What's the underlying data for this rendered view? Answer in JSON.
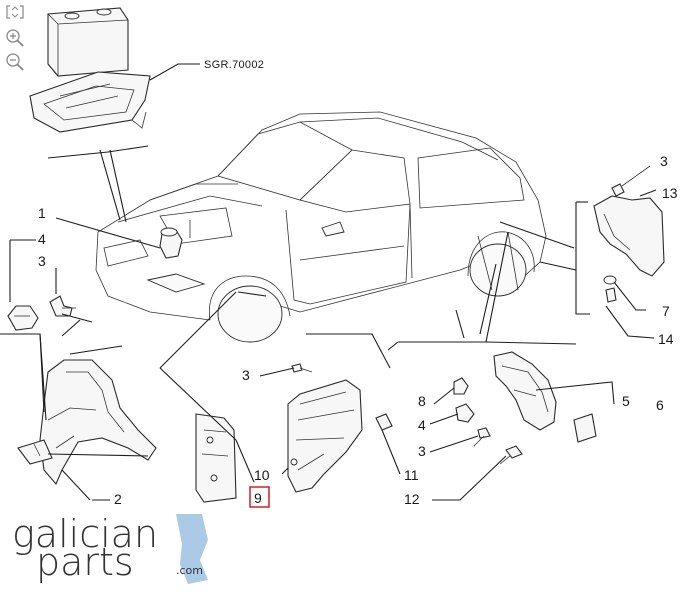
{
  "toolbar": {
    "fullscreen_icon": "fullscreen-icon",
    "zoom_in_icon": "zoom-in-icon",
    "zoom_out_icon": "zoom-out-icon"
  },
  "diagram": {
    "reference_label": "SGR.70002",
    "callouts": {
      "c1": "1",
      "c2": "2",
      "c3a": "3",
      "c3b": "3",
      "c3c": "3",
      "c3d": "3",
      "c4a": "4",
      "c4b": "4",
      "c5": "5",
      "c6": "6",
      "c7": "7",
      "c8": "8",
      "c9": "9",
      "c10": "10",
      "c11": "11",
      "c12": "12",
      "c13": "13",
      "c14": "14"
    },
    "highlight_color": "#d42020"
  },
  "watermark": {
    "line1": "galician",
    "line2": "parts",
    "suffix": ".com",
    "accent_color": "#8fb8dd"
  }
}
